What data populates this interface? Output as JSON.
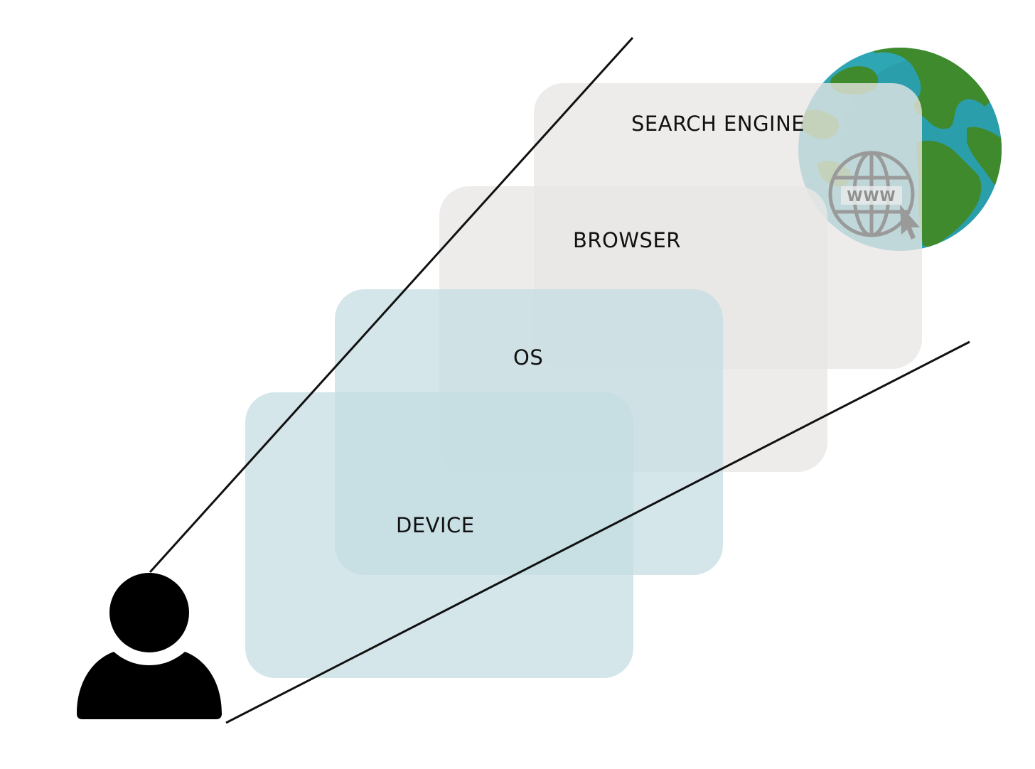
{
  "layers": [
    {
      "key": "search_engine",
      "label": "SEARCH ENGINE"
    },
    {
      "key": "browser",
      "label": "BROWSER"
    },
    {
      "key": "os",
      "label": "OS"
    },
    {
      "key": "device",
      "label": "DEVICE"
    }
  ],
  "globe": {
    "badge_text": "WWW"
  },
  "colors": {
    "gray_panel": "#e9e7e5",
    "blue_panel": "#c3dce2",
    "ocean": "#2ea6b3",
    "land": "#3f8a2c",
    "line": "#111111",
    "person": "#000000"
  },
  "icons": [
    "person-icon",
    "globe-icon",
    "www-globe-icon",
    "cursor-icon"
  ]
}
